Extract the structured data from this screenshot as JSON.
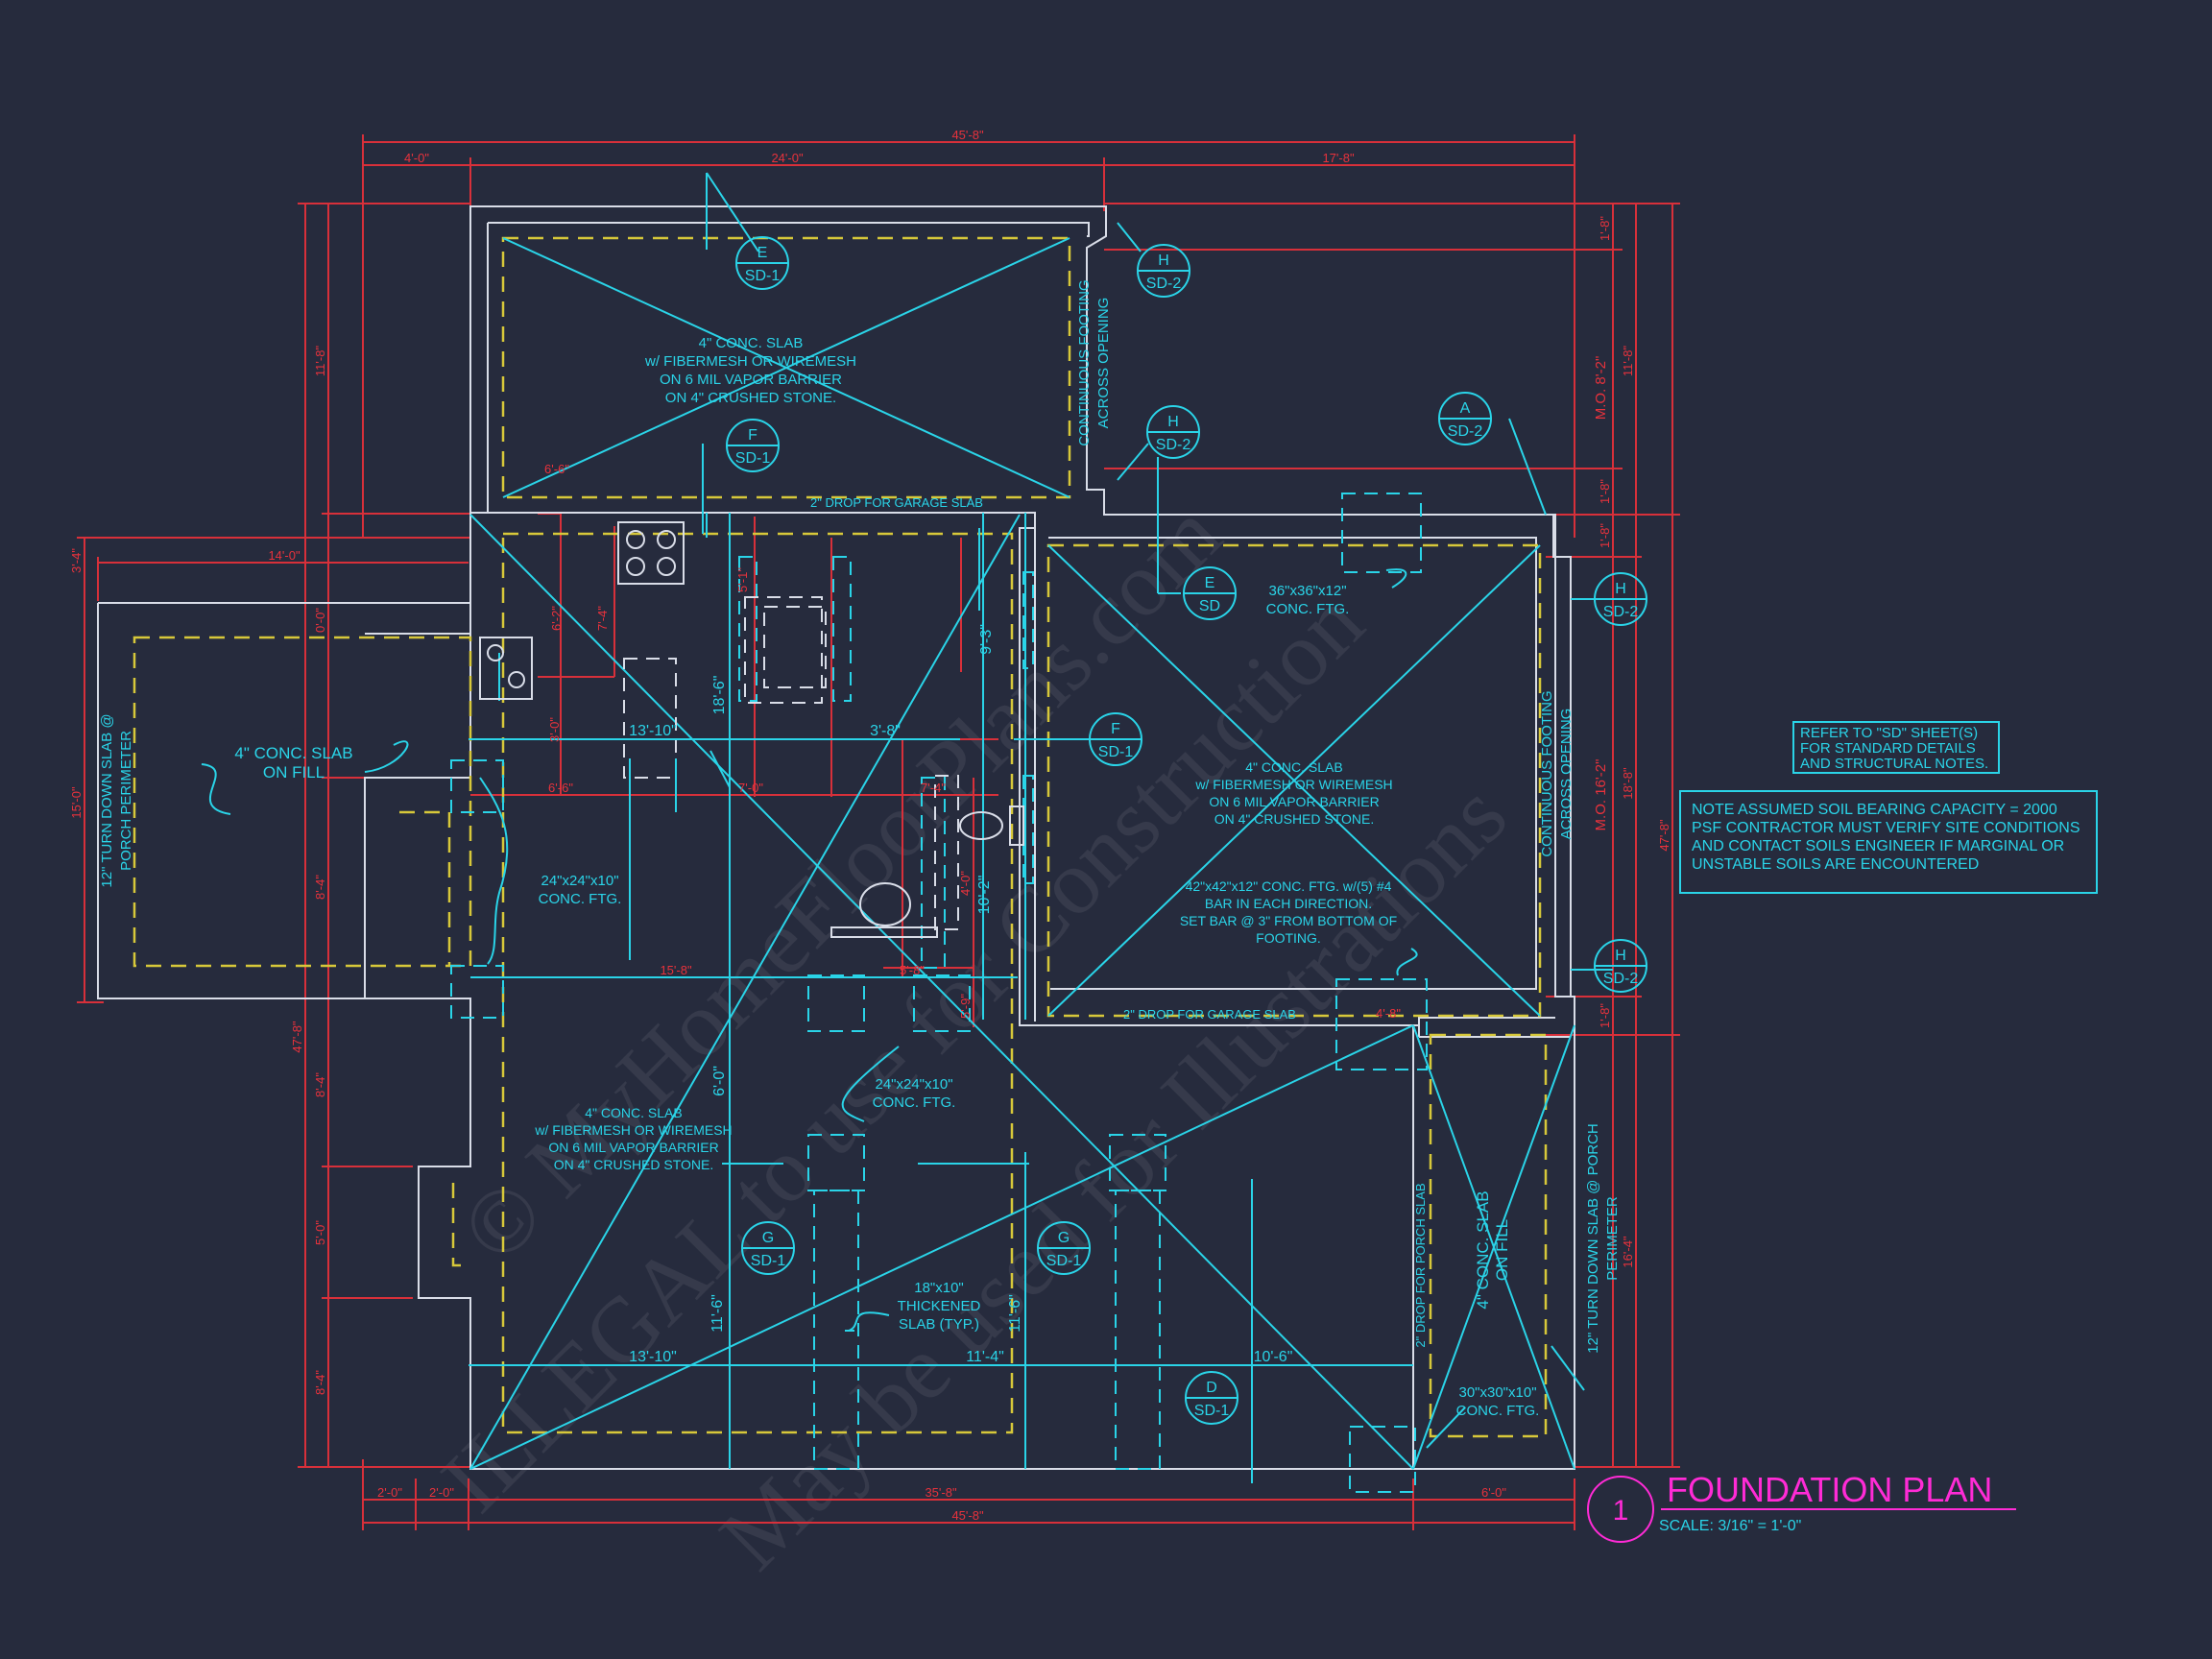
{
  "title": {
    "number": "1",
    "name": "FOUNDATION PLAN",
    "scale": "SCALE: 3/16\" = 1'-0\""
  },
  "notes": {
    "refer_lines": [
      "REFER TO \"SD\" SHEET(S)",
      "FOR STANDARD DETAILS",
      "AND STRUCTURAL NOTES."
    ],
    "soil_lines": [
      "NOTE ASSUMED SOIL BEARING CAPACITY = 2000",
      "PSF CONTRACTOR MUST VERIFY SITE CONDITIONS",
      "AND CONTACT SOILS ENGINEER IF MARGINAL OR",
      "UNSTABLE SOILS ARE ENCOUNTERED"
    ]
  },
  "slab_notes": {
    "garage_top": [
      "4\" CONC. SLAB",
      "w/ FIBERMESH OR WIREMESH",
      "ON 6 MIL VAPOR BARRIER",
      "ON 4\" CRUSHED STONE."
    ],
    "right_slab": [
      "4\" CONC. SLAB",
      "w/ FIBERMESH OR WIREMESH",
      "ON 6 MIL VAPOR BARRIER",
      "ON 4\" CRUSHED STONE."
    ],
    "main_slab": [
      "4\" CONC. SLAB",
      "w/ FIBERMESH OR WIREMESH",
      "ON 6 MIL VAPOR BARRIER",
      "ON 4\" CRUSHED STONE."
    ],
    "left_fill": [
      "4\" CONC. SLAB",
      "ON FILL"
    ],
    "footing_42": [
      "42\"x42\"x12\" CONC. FTG. w/(5) #4",
      "BAR IN EACH DIRECTION.",
      "SET BAR @ 3\" FROM BOTTOM OF",
      "FOOTING."
    ],
    "footing_36": [
      "36\"x36\"x12\"",
      "CONC. FTG."
    ],
    "footing_24a": [
      "24\"x24\"x10\"",
      "CONC. FTG."
    ],
    "footing_24b": [
      "24\"x24\"x10\"",
      "CONC. FTG."
    ],
    "footing_30": [
      "30\"x30\"x10\"",
      "CONC. FTG."
    ],
    "thickened": [
      "18\"x10\"",
      "THICKENED",
      "SLAB (TYP.)"
    ],
    "drop_top": "2\" DROP FOR GARAGE SLAB",
    "drop_bottom": "2\" DROP FOR GARAGE SLAB",
    "cont_footing_left": [
      "CONTINUOUS FOOTING",
      "ACROSS OPENING"
    ],
    "cont_footing_right": [
      "CONTINUOUS FOOTING",
      "ACROSS OPENING"
    ],
    "turn_down_left": [
      "12\" TURN DOWN SLAB @",
      "PORCH PERIMETER"
    ],
    "turn_down_right": [
      "12\" TURN DOWN SLAB @ PORCH",
      "PERIMETER"
    ],
    "porch_drop": "2\" DROP FOR PORCH SLAB",
    "porch_fill": [
      "4\" CONC. SLAB",
      "ON FILL"
    ]
  },
  "callouts": [
    {
      "top": "E",
      "bottom": "SD-1"
    },
    {
      "top": "F",
      "bottom": "SD-1"
    },
    {
      "top": "H",
      "bottom": "SD-2"
    },
    {
      "top": "H",
      "bottom": "SD-2"
    },
    {
      "top": "A",
      "bottom": "SD-2"
    },
    {
      "top": "E",
      "bottom": "SD"
    },
    {
      "top": "H",
      "bottom": "SD-2"
    },
    {
      "top": "F",
      "bottom": "SD-1"
    },
    {
      "top": "H",
      "bottom": "SD-2"
    },
    {
      "top": "G",
      "bottom": "SD-1"
    },
    {
      "top": "G",
      "bottom": "SD-1"
    },
    {
      "top": "D",
      "bottom": "SD-1"
    }
  ],
  "dimensions": {
    "overall_top": "45'-8\"",
    "top_1": "4'-0\"",
    "top_2": "24'-0\"",
    "top_3": "17'-8\"",
    "overall_bottom": "45'-8\"",
    "bottom_sub": "35'-8\"",
    "bottom_1": "2'-0\"",
    "bottom_2": "2'-0\"",
    "bottom_3": "6'-0\"",
    "left_porch_width": "14'-0\"",
    "left_porch_top": "3'-4\"",
    "left_porch_height": "15'-0\"",
    "left_overall": "47'-8\"",
    "left_1": "11'-8\"",
    "left_2": "0'-0\"",
    "left_3": "8'-4\"",
    "left_4": "8'-4\"",
    "left_5": "5'-0\"",
    "left_6": "8'-4\"",
    "right_overall": "47'-8\"",
    "right_1": "11'-8\"",
    "right_2": "18'-8\"",
    "right_3": "16'-4\"",
    "right_mo1": "M.O. 8'-2\"",
    "right_mo2": "M.O. 16'-2\"",
    "right_small1": "1'-8\"",
    "right_small2": "1'-8\"",
    "right_small3": "1'-8\"",
    "right_small4": "1'-8\"",
    "inner_6_6a": "6'-6\"",
    "inner_6_6b": "6'-6\"",
    "inner_6_2": "6'-2\"",
    "inner_7_4": "7'-4\"",
    "inner_3_0": "3'-0\"",
    "inner_13_10a": "13'-10\"",
    "inner_3_8": "3'-8\"",
    "inner_18_6": "18'-6\"",
    "inner_9_3": "9'-3\"",
    "inner_5_1": "5'-1\"",
    "inner_7_0": "7'-0\"",
    "inner_7_4b": "7'-4\"",
    "inner_10_2": "10'-2\"",
    "inner_4_0": "4'-0\"",
    "inner_15_8": "15'-8\"",
    "inner_5_8": "5'-8\"",
    "inner_5_9": "5'-9\"",
    "inner_6_0": "6'-0\"",
    "inner_4_8": "4'-8\"",
    "inner_13_10b": "13'-10\"",
    "inner_11_4": "11'-4\"",
    "inner_10_6": "10'-6\"",
    "inner_11_6a": "11'-6\"",
    "inner_11_6b": "11'-6\""
  },
  "watermark": [
    "© MyHomeFloorPlans.com",
    "ILLEGAL to use for Construction",
    "May be used for Illustrations"
  ],
  "colors": {
    "background": "#262b3d",
    "dimension": "#e8323c",
    "annotation": "#2ad4e8",
    "wall": "#d9dde8",
    "hidden": "#d7c83a",
    "title": "#ff2bd6"
  }
}
